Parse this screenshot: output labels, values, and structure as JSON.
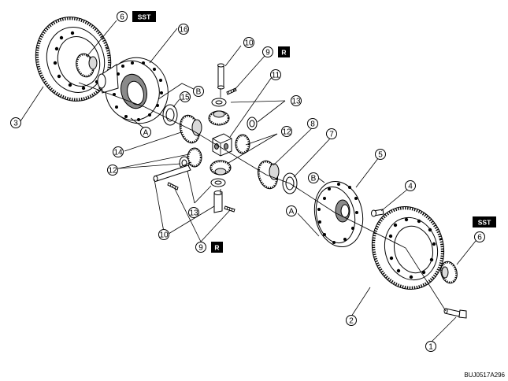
{
  "diagram": {
    "callouts": [
      {
        "id": "c1",
        "label": "1"
      },
      {
        "id": "c2",
        "label": "2"
      },
      {
        "id": "c3",
        "label": "3"
      },
      {
        "id": "c4",
        "label": "4"
      },
      {
        "id": "c5",
        "label": "5"
      },
      {
        "id": "c6a",
        "label": "6"
      },
      {
        "id": "c6b",
        "label": "6"
      },
      {
        "id": "c7",
        "label": "7"
      },
      {
        "id": "c8",
        "label": "8"
      },
      {
        "id": "c9a",
        "label": "9"
      },
      {
        "id": "c9b",
        "label": "9"
      },
      {
        "id": "c10a",
        "label": "10"
      },
      {
        "id": "c10b",
        "label": "10"
      },
      {
        "id": "c11",
        "label": "11"
      },
      {
        "id": "c12a",
        "label": "12"
      },
      {
        "id": "c12b",
        "label": "12"
      },
      {
        "id": "c13a",
        "label": "13"
      },
      {
        "id": "c13b",
        "label": "13"
      },
      {
        "id": "c14",
        "label": "14"
      },
      {
        "id": "c15",
        "label": "15"
      },
      {
        "id": "c16",
        "label": "16"
      }
    ],
    "reference_marks": [
      {
        "id": "refA1",
        "label": "A"
      },
      {
        "id": "refB1",
        "label": "B"
      },
      {
        "id": "refA2",
        "label": "A"
      },
      {
        "id": "refB2",
        "label": "B"
      }
    ],
    "tags": [
      {
        "id": "sst1",
        "label": "SST"
      },
      {
        "id": "sst2",
        "label": "SST"
      },
      {
        "id": "r1",
        "label": "R"
      },
      {
        "id": "r2",
        "label": "R"
      }
    ],
    "figure_code": "BUJ0517A296"
  }
}
